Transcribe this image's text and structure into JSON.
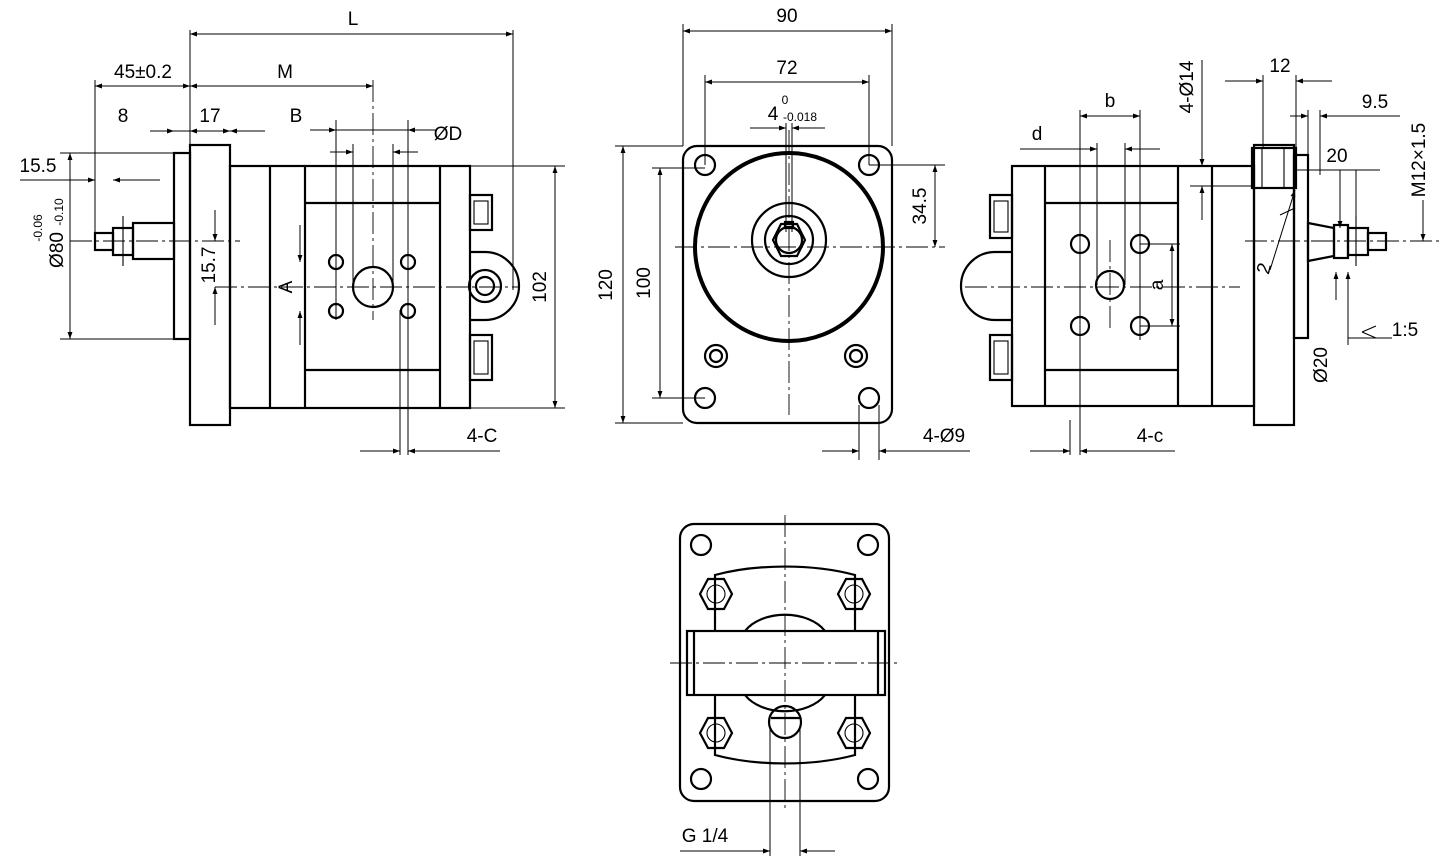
{
  "drawing": {
    "side_view": {
      "labels": {
        "L": "L",
        "M": "M",
        "B": "B",
        "OD": "ØD",
        "d45": "45±0.2",
        "d8": "8",
        "d17": "17",
        "d15_5": "15.5",
        "d15_7": "15.7",
        "A": "A",
        "d102": "102",
        "c4C": "4-C",
        "dia80": "Ø80",
        "tol_up": "-0.06",
        "tol_low": "-0.10"
      }
    },
    "front_view": {
      "labels": {
        "d90": "90",
        "d72": "72",
        "key_base": "4",
        "key_up": "0",
        "key_low": "-0.018",
        "d34_5": "34.5",
        "d120": "120",
        "d100": "100",
        "holes": "4-Ø9"
      }
    },
    "rear_view": {
      "labels": {
        "d": "d",
        "b": "b",
        "a": "a",
        "c4": "4-c",
        "d4_14": "4-Ø14",
        "d12": "12",
        "d9_5": "9.5",
        "d20": "20",
        "thread": "M12×1.5",
        "d2": "2",
        "taper": "1:5",
        "dia20": "Ø20"
      }
    },
    "bottom_view": {
      "labels": {
        "port": "G 1/4"
      }
    }
  }
}
